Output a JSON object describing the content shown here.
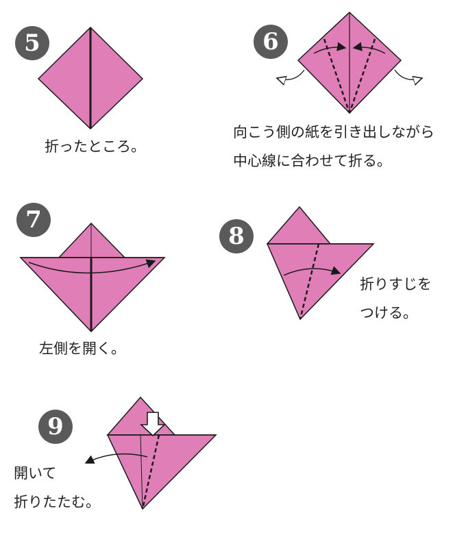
{
  "colors": {
    "paper": "#e07fb7",
    "paper_light": "#eeb1d6",
    "outline": "#1a1a1a",
    "badge": "#5a5a5a"
  },
  "steps": [
    {
      "number": "5",
      "lines": [
        "折ったところ。"
      ]
    },
    {
      "number": "6",
      "lines": [
        "向こう側の紙を引き出しながら",
        "中心線に合わせて折る。"
      ]
    },
    {
      "number": "7",
      "lines": [
        "左側を開く。"
      ]
    },
    {
      "number": "8",
      "lines": [
        "折りすじを",
        "つける。"
      ]
    },
    {
      "number": "9",
      "lines": [
        "開いて",
        "折りたたむ。"
      ]
    }
  ]
}
